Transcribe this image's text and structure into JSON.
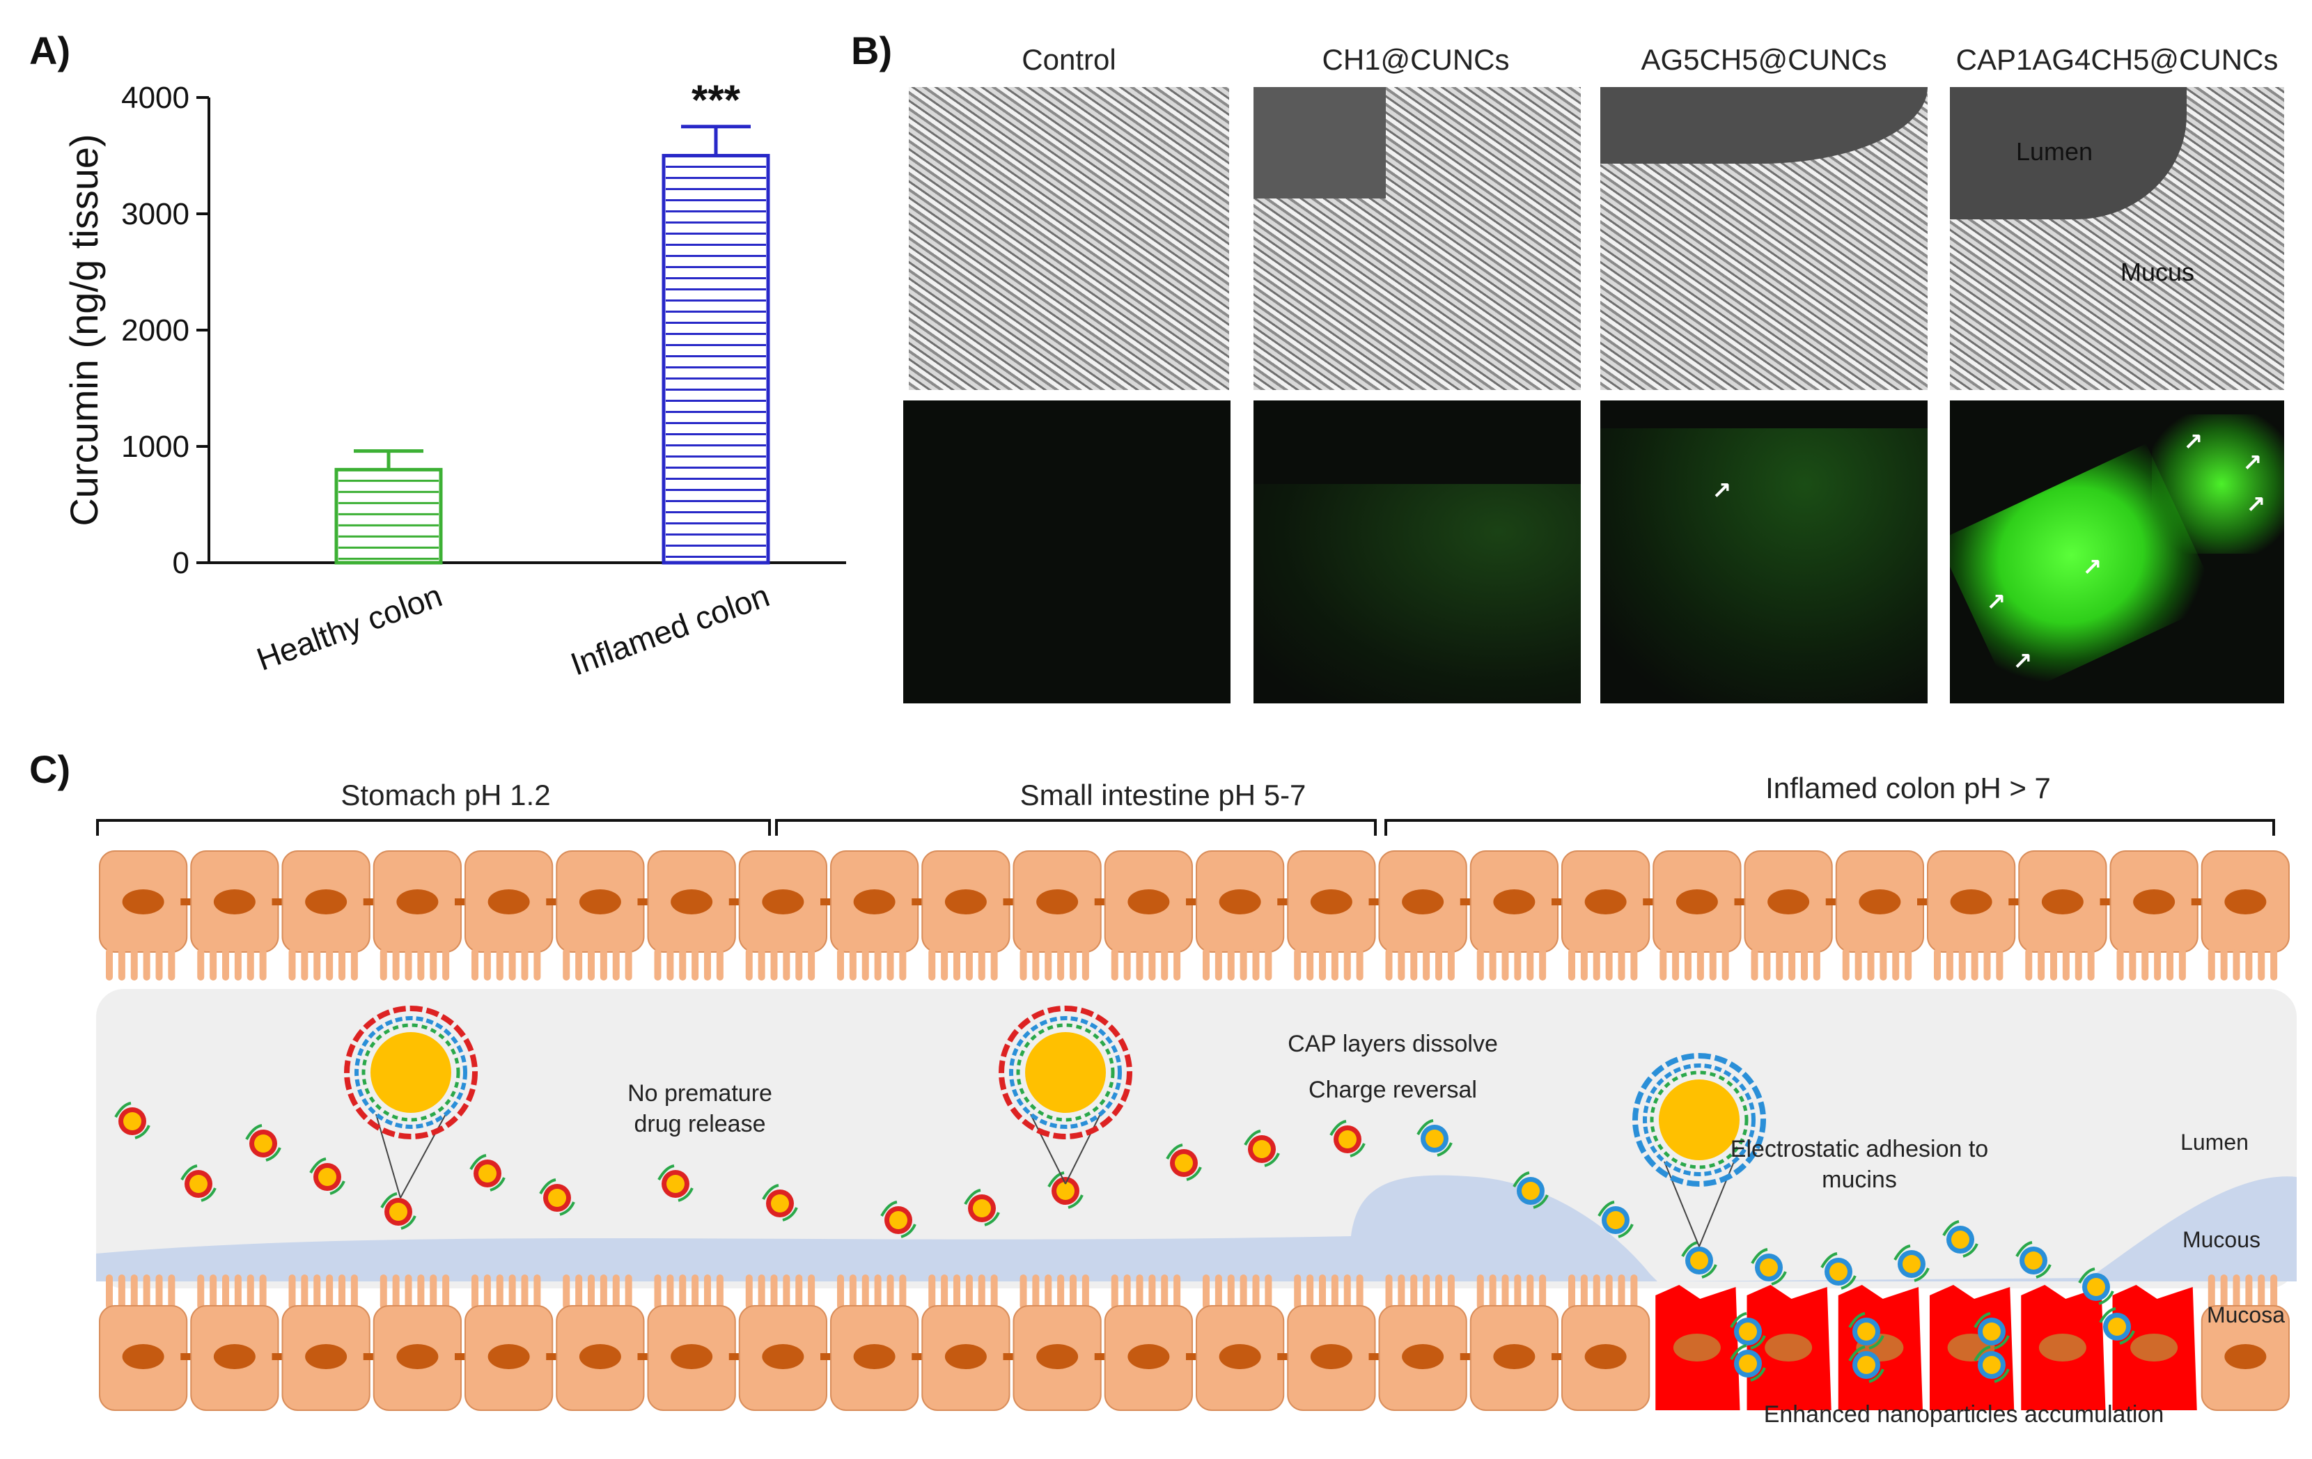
{
  "panels": {
    "a": "A)",
    "b": "B)",
    "c": "C)"
  },
  "chart_data": {
    "type": "bar",
    "categories": [
      "Healthy colon",
      "Inflamed colon"
    ],
    "values": [
      800,
      3500
    ],
    "errors": [
      160,
      250
    ],
    "ylabel": "Curcumin (ng/g tissue)",
    "ylim": [
      0,
      4000
    ],
    "yticks": [
      "0",
      "1000",
      "2000",
      "3000",
      "4000"
    ],
    "significance": [
      "",
      "***"
    ],
    "colors": [
      "#3cb034",
      "#2828c8"
    ],
    "fill": "horizontal-stripes"
  },
  "microscopy": {
    "columns": [
      "Control",
      "CH1@CUNCs",
      "AG5CH5@CUNCs",
      "CAP1AG4CH5@CUNCs"
    ],
    "annotations": {
      "lumen": "Lumen",
      "mucus": "Mucus"
    },
    "green_intensity": [
      0.05,
      0.15,
      0.25,
      1.0
    ]
  },
  "schematic": {
    "regions": [
      "Stomach pH 1.2",
      "Small intestine pH 5-7",
      "Inflamed colon pH > 7"
    ],
    "notes": {
      "release": "No premature drug release",
      "dissolve": "CAP layers dissolve",
      "reversal": "Charge reversal",
      "adhesion": "Electrostatic adhesion to mucins",
      "accumulation": "Enhanced nanoparticles accumulation"
    },
    "layers": {
      "lumen": "Lumen",
      "mucous": "Mucous",
      "mucosa": "Mucosa"
    },
    "colors": {
      "cell": "#f4b183",
      "nucleus": "#c55a11",
      "inflamed": "#ff0000",
      "mucus": "#c9d6ec",
      "core": "#ffc000"
    }
  }
}
